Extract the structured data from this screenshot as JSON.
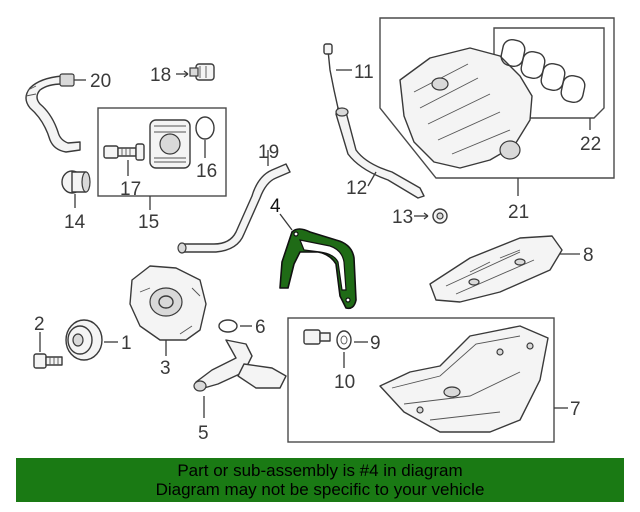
{
  "callouts": [
    "1",
    "2",
    "3",
    "4",
    "5",
    "6",
    "7",
    "8",
    "9",
    "10",
    "11",
    "12",
    "13",
    "14",
    "15",
    "16",
    "17",
    "18",
    "19",
    "20",
    "21",
    "22"
  ],
  "highlighted_part": "4",
  "banner": {
    "line1": "Part or sub-assembly is #4 in diagram",
    "line2": "Diagram may not be specific to your vehicle"
  },
  "colors": {
    "highlight": "#1f6b16",
    "banner_bg": "#1a7a14",
    "line": "#3a3a3a"
  }
}
